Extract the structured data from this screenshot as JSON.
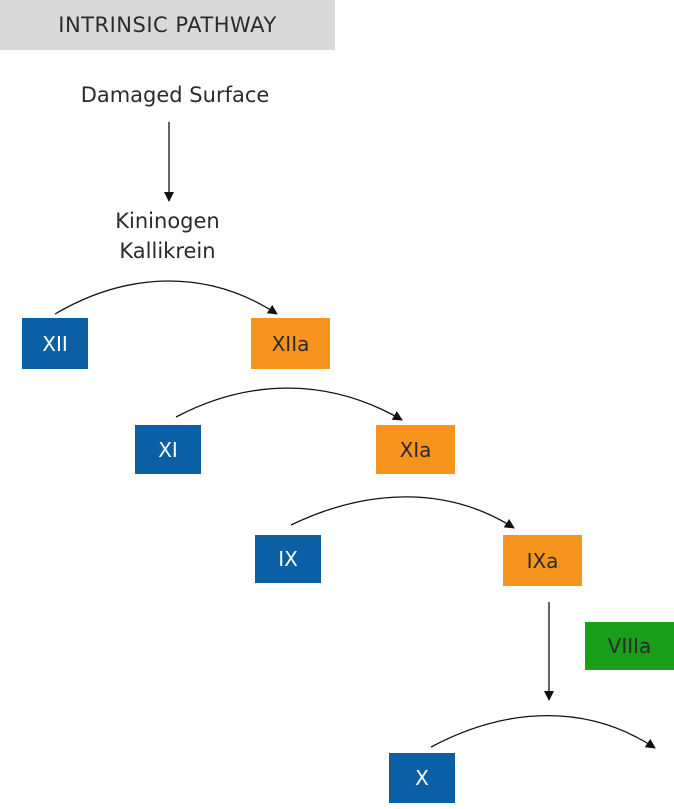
{
  "header": {
    "title": "INTRINSIC PATHWAY"
  },
  "labels": {
    "damaged_surface": "Damaged Surface",
    "kininogen": "Kininogen",
    "kallikrein": "Kallikrein"
  },
  "factors": {
    "xii": "XII",
    "xiia": "XIIa",
    "xi": "XI",
    "xia": "XIa",
    "ix": "IX",
    "ixa": "IXa",
    "viiia": "VIIIa",
    "x": "X"
  },
  "colors": {
    "inactive": "#0b5fa5",
    "active": "#f7941d",
    "cofactor": "#1a9e1a"
  }
}
